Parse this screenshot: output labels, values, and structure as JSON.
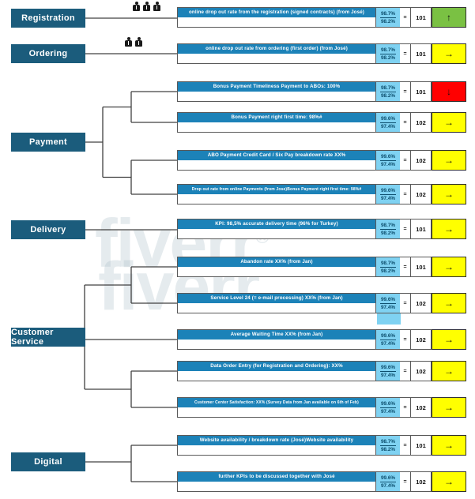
{
  "diagram": {
    "title": "KPI Tree Overview",
    "watermark": "fiverr",
    "colors": {
      "group_box": "#1b5c7c",
      "card_header": "#1c82b8",
      "fraction_box": "#7fd2f2",
      "status_green": "#7ac143",
      "status_yellow": "#ffff00",
      "status_red": "#ff0000",
      "line": "#404040"
    },
    "icons": {
      "person": "person-icon",
      "arrow_up": "↑",
      "arrow_right": "→",
      "arrow_down": "↓",
      "equals": "="
    }
  },
  "groups": [
    {
      "id": "registration",
      "label": "Registration",
      "people": 3
    },
    {
      "id": "ordering",
      "label": "Ordering",
      "people": 2
    },
    {
      "id": "payment",
      "label": "Payment",
      "people": 0
    },
    {
      "id": "delivery",
      "label": "Delivery",
      "people": 0
    },
    {
      "id": "customer-service",
      "label": "Customer Service",
      "people": 0
    },
    {
      "id": "digital",
      "label": "Digital",
      "people": 0
    }
  ],
  "kpis": [
    {
      "group": "registration",
      "text": "online drop out rate from the registration (signed contracts) (from José)",
      "numerator": "98.7%",
      "denominator": "98.2%",
      "equals": "=",
      "score": "101",
      "status": "green",
      "arrow": "↑",
      "font": 6.2
    },
    {
      "group": "ordering",
      "text": "online drop out rate from ordering (first order) (from José)",
      "numerator": "98.7%",
      "denominator": "98.2%",
      "equals": "=",
      "score": "101",
      "status": "yellow",
      "arrow": "→",
      "font": 6.2
    },
    {
      "group": "payment",
      "text": "Bonus Payment Timeliness Payment to ABOs: 100%",
      "numerator": "98.7%",
      "denominator": "98.2%",
      "equals": "=",
      "score": "101",
      "status": "red",
      "arrow": "↓",
      "font": 6.2
    },
    {
      "group": "payment",
      "text": "Bonus Payment right first time: 98%#",
      "numerator": "99.6%",
      "denominator": "97.4%",
      "equals": "=",
      "score": "102",
      "status": "yellow",
      "arrow": "→",
      "font": 6.2
    },
    {
      "group": "payment",
      "text": "ABO Payment Credit Card / Six Pay breakdown rate XX%",
      "numerator": "99.6%",
      "denominator": "97.4%",
      "equals": "=",
      "score": "102",
      "status": "yellow",
      "arrow": "→",
      "font": 6.2
    },
    {
      "group": "payment",
      "text": "Drop out rate from online Payments (from Jose)Bonus Payment right first time: 98%#",
      "numerator": "99.6%",
      "denominator": "97.4%",
      "equals": "=",
      "score": "102",
      "status": "yellow",
      "arrow": "→",
      "font": 5.0
    },
    {
      "group": "delivery",
      "text": "KPI: 98,5% accurate delivery time (96% for Turkey)",
      "numerator": "98.7%",
      "denominator": "98.2%",
      "equals": "=",
      "score": "101",
      "status": "yellow",
      "arrow": "→",
      "font": 6.2
    },
    {
      "group": "customer-service",
      "text": "Abandon rate XX% (from Jan)",
      "numerator": "98.7%",
      "denominator": "98.2%",
      "equals": "=",
      "score": "101",
      "status": "yellow",
      "arrow": "→",
      "font": 6.2
    },
    {
      "group": "customer-service",
      "text": "Service Level 24 (= e-mail processing) XX% (from Jan)",
      "numerator": "99.6%",
      "denominator": "97.4%",
      "equals": "=",
      "score": "102",
      "status": "yellow",
      "arrow": "→",
      "font": 6.2
    },
    {
      "group": "customer-service",
      "text": "Average Waiting Time XX% (from Jan)",
      "numerator": "99.6%",
      "denominator": "97.4%",
      "equals": "=",
      "score": "102",
      "status": "yellow",
      "arrow": "→",
      "font": 6.2
    },
    {
      "group": "customer-service",
      "text": "Data Order Entry (for Registration and Ordering): XX%",
      "numerator": "99.6%",
      "denominator": "97.4%",
      "equals": "=",
      "score": "102",
      "status": "yellow",
      "arrow": "→",
      "font": 6.2
    },
    {
      "group": "customer-service",
      "text": "Customer Center Satisfaction: XX% (Survey Data from Jan available on 6th of Feb)",
      "numerator": "99.6%",
      "denominator": "97.4%",
      "equals": "=",
      "score": "102",
      "status": "yellow",
      "arrow": "→",
      "font": 5.0
    },
    {
      "group": "digital",
      "text": "Website availability / breakdown rate (José)Website availability",
      "numerator": "98.7%",
      "denominator": "98.2%",
      "equals": "=",
      "score": "101",
      "status": "yellow",
      "arrow": "→",
      "font": 6.2
    },
    {
      "group": "digital",
      "text": "further KPIs to be discussed together with José",
      "numerator": "99.6%",
      "denominator": "97.4%",
      "equals": "=",
      "score": "102",
      "status": "yellow",
      "arrow": "→",
      "font": 6.2
    }
  ]
}
